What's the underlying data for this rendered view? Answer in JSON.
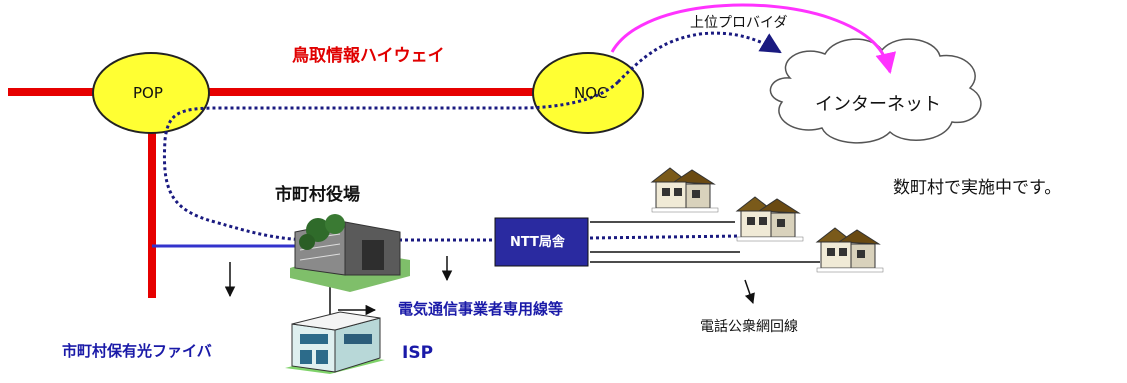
{
  "labels": {
    "highway": "鳥取情報ハイウェイ",
    "pop": "POP",
    "noc": "NOC",
    "upper_provider": "上位プロバイダ",
    "internet": "インターネット",
    "status_note": "数町村で実施中です。",
    "town_office": "市町村役場",
    "ntt_office": "NTT局舎",
    "telecom_line": "電気通信事業者専用線等",
    "municipal_fiber": "市町村保有光ファイバ",
    "isp": "ISP",
    "phone_network": "電話公衆網回線"
  },
  "colors": {
    "highway_red": "#e60000",
    "node_yellow": "#ffff33",
    "fiber_blue": "#3333cc",
    "ntt_blue": "#2a2aa0",
    "magenta_arrow": "#ff33ff",
    "dotted_navy": "#1a1a80",
    "label_blue": "#1a1aa8"
  }
}
